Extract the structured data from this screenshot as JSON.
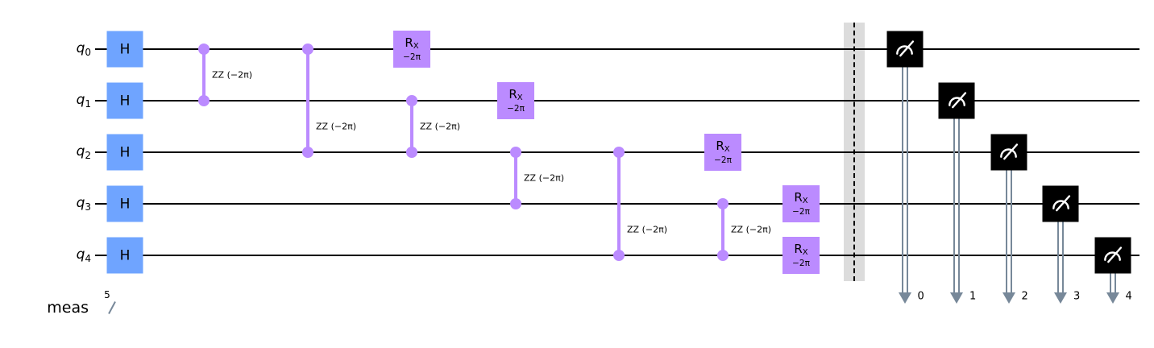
{
  "registers": {
    "qubits": [
      {
        "name": "q",
        "index": "0"
      },
      {
        "name": "q",
        "index": "1"
      },
      {
        "name": "q",
        "index": "2"
      },
      {
        "name": "q",
        "index": "3"
      },
      {
        "name": "q",
        "index": "4"
      }
    ],
    "classical": {
      "name": "meas",
      "size": "5"
    }
  },
  "gates": {
    "h": {
      "label": "H"
    },
    "rx": {
      "base": "R",
      "sub": "X",
      "param": "−2π"
    },
    "rzz": {
      "label": "ZZ (−2π)"
    }
  },
  "circuit": {
    "h_gates": [
      {
        "qubit": 0
      },
      {
        "qubit": 1
      },
      {
        "qubit": 2
      },
      {
        "qubit": 3
      },
      {
        "qubit": 4
      }
    ],
    "rzz_gates": [
      {
        "qubit_a": 0,
        "qubit_b": 1
      },
      {
        "qubit_a": 0,
        "qubit_b": 2
      },
      {
        "qubit_a": 1,
        "qubit_b": 2
      },
      {
        "qubit_a": 2,
        "qubit_b": 3
      },
      {
        "qubit_a": 2,
        "qubit_b": 4
      },
      {
        "qubit_a": 3,
        "qubit_b": 4
      }
    ],
    "rx_gates": [
      {
        "qubit": 0
      },
      {
        "qubit": 1
      },
      {
        "qubit": 2
      },
      {
        "qubit": 3
      },
      {
        "qubit": 4
      }
    ],
    "has_barrier": true,
    "measurements": [
      {
        "qubit": 0,
        "clbit": "0"
      },
      {
        "qubit": 1,
        "clbit": "1"
      },
      {
        "qubit": 2,
        "clbit": "2"
      },
      {
        "qubit": 3,
        "clbit": "3"
      },
      {
        "qubit": 4,
        "clbit": "4"
      }
    ]
  },
  "colors": {
    "wire": "#000000",
    "h_gate": "#6FA4FF",
    "two_qubit_gate": "#BB8BFF",
    "measure_box": "#000000",
    "measure_glyph": "#FFFFFF",
    "classical_wire": "#778899",
    "barrier_fill": "#DCDCDC",
    "text": "#000000"
  }
}
